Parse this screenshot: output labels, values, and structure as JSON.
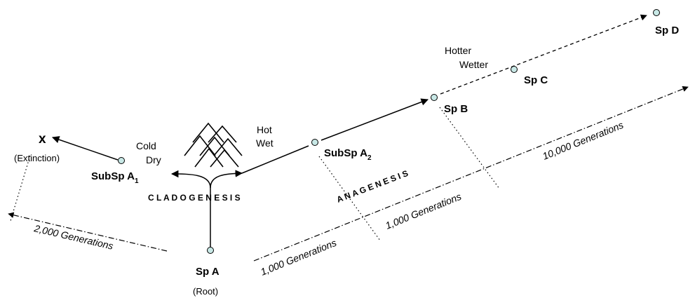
{
  "nodes": {
    "root": {
      "label": "Sp A",
      "note": "(Root)"
    },
    "subsp_a1": {
      "label": "SubSp A",
      "sub": "1"
    },
    "subsp_a2": {
      "label": "SubSp A",
      "sub": "2"
    },
    "sp_b": {
      "label": "Sp B"
    },
    "sp_c": {
      "label": "Sp C"
    },
    "sp_d": {
      "label": "Sp D"
    },
    "extinction": {
      "mark": "x",
      "note": "(Extinction)"
    }
  },
  "environments": {
    "cold": "Cold",
    "dry": "Dry",
    "hot": "Hot",
    "wet": "Wet",
    "hotter": "Hotter",
    "wetter": "Wetter"
  },
  "processes": {
    "cladogenesis": "C L A D O G E N E S I S",
    "anagenesis": "A N A G E N E S I S"
  },
  "timescales": {
    "t1": "2,000 Generations",
    "t2": "1,000 Generations",
    "t3": "1,000 Generations",
    "t4": "10,000 Generations"
  },
  "colors": {
    "node_fill": "#c8e8e6",
    "line": "#000000"
  }
}
